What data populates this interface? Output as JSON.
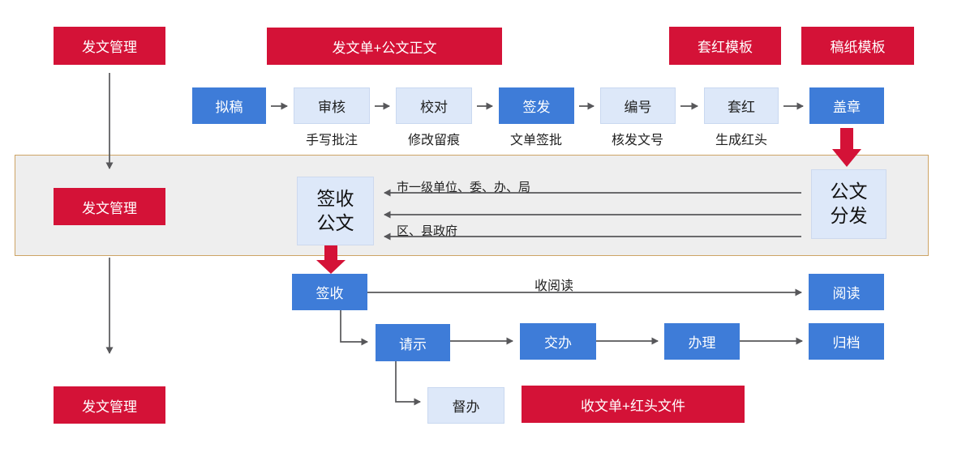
{
  "palette": {
    "red": "#d41237",
    "dark_blue": "#3e7cd8",
    "light_blue_fill": "#dde8f9",
    "light_blue_border": "#c9d8f0",
    "band_fill": "#eeeeee",
    "band_border": "#cda465",
    "connector_gray": "#57575a"
  },
  "left_column": {
    "items": [
      {
        "label": "发文管理"
      },
      {
        "label": "发文管理"
      },
      {
        "label": "发文管理"
      }
    ]
  },
  "top": {
    "doc_bundle": "发文单+公文正文",
    "red_template": "套红模板",
    "paper_template": "稿纸模板"
  },
  "outgoing_flow": {
    "steps": [
      {
        "label": "拟稿",
        "style": "dark",
        "sub": ""
      },
      {
        "label": "审核",
        "style": "light",
        "sub": "手写批注"
      },
      {
        "label": "校对",
        "style": "light",
        "sub": "修改留痕"
      },
      {
        "label": "签发",
        "style": "dark",
        "sub": "文单签批"
      },
      {
        "label": "编号",
        "style": "light",
        "sub": "核发文号"
      },
      {
        "label": "套红",
        "style": "light",
        "sub": "生成红头"
      },
      {
        "label": "盖章",
        "style": "dark",
        "sub": ""
      }
    ]
  },
  "exchange_band": {
    "receive": {
      "line1": "签收",
      "line2": "公文"
    },
    "dispatch": {
      "line1": "公文",
      "line2": "分发"
    },
    "channels": [
      {
        "label": "市一级单位、委、办、局"
      },
      {
        "label": ""
      },
      {
        "label": "区、县政府"
      }
    ]
  },
  "incoming_flow": {
    "sign": "签收",
    "read_arrow_label": "收阅读",
    "read": "阅读",
    "steps": [
      {
        "label": "请示"
      },
      {
        "label": "交办"
      },
      {
        "label": "办理"
      },
      {
        "label": "归档"
      }
    ],
    "supervise": "督办",
    "doc_bundle": "收文单+红头文件"
  }
}
